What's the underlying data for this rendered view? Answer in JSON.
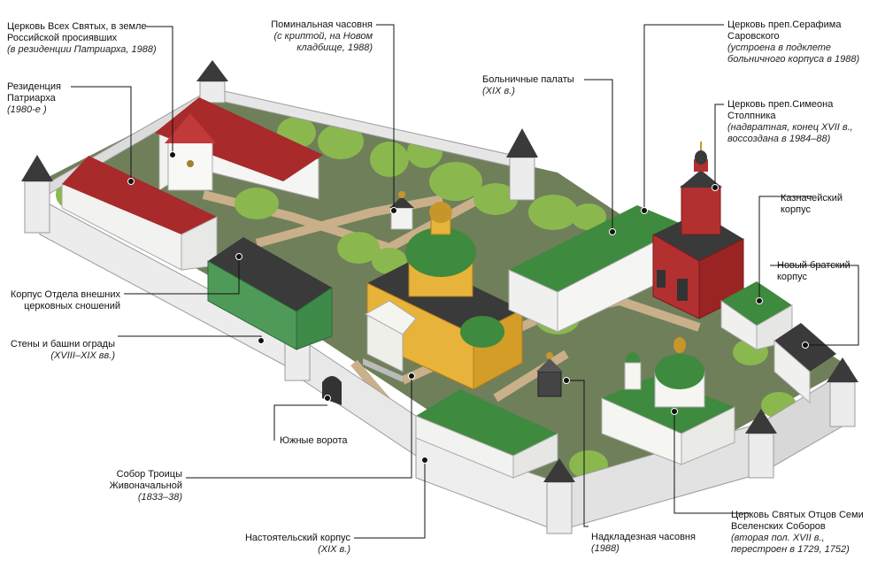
{
  "colors": {
    "roof_red": "#a82a2a",
    "roof_green": "#3e8a3e",
    "roof_dark": "#3a3a3a",
    "wall_white": "#f2f2f0",
    "ground": "#6f7f5a",
    "path": "#c9b08a",
    "cathedral_yellow": "#e8b33a",
    "tree": "#8ab84e",
    "leader": "#111111"
  },
  "labels": [
    {
      "id": "church-all-saints",
      "title": "Церковь Всех Святых, в земле\nРоссийской просиявших",
      "subtitle": "(в резиденции Патриарха, 1988)"
    },
    {
      "id": "patriarch-residence",
      "title": "Резиденция\nПатриарха",
      "subtitle": "(1980-е )"
    },
    {
      "id": "dept-external-relations",
      "title": "Корпус Отдела внешних\nцерковных сношений",
      "subtitle": ""
    },
    {
      "id": "walls-towers",
      "title": "Стены и башни ограды",
      "subtitle": "(XVIII–XIX вв.)"
    },
    {
      "id": "south-gate",
      "title": "Южные ворота",
      "subtitle": ""
    },
    {
      "id": "trinity-cathedral",
      "title": "Собор Троицы\nЖивоначальной",
      "subtitle": "(1833–38)"
    },
    {
      "id": "abbot-building",
      "title": "Настоятельский корпус",
      "subtitle": "(XIX в.)"
    },
    {
      "id": "memorial-chapel",
      "title": "Поминальная часовня",
      "subtitle": "(с криптой, на Новом\nкладбище, 1988)"
    },
    {
      "id": "hospital-chambers",
      "title": "Больничные палаты",
      "subtitle": "(XIX в.)"
    },
    {
      "id": "church-seraphim",
      "title": "Церковь преп.Серафима\nСаровского",
      "subtitle": "(устроена в подклете\nбольничного корпуса в 1988)"
    },
    {
      "id": "church-simeon",
      "title": "Церковь преп.Симеона\nСтолпника",
      "subtitle": "(надвратная, конец XVII в.,\nвоссоздана в 1984–88)"
    },
    {
      "id": "treasury-building",
      "title": "Казначейский\nкорпус",
      "subtitle": ""
    },
    {
      "id": "new-brethren-building",
      "title": "Новый братский\nкорпус",
      "subtitle": ""
    },
    {
      "id": "well-chapel",
      "title": "Надкладезная часовня",
      "subtitle": "(1988)"
    },
    {
      "id": "church-holy-fathers",
      "title": "Церковь Святых Отцов Семи\nВселенских Соборов",
      "subtitle": "(вторая пол. XVII в.,\nперестроен в 1729, 1752)"
    }
  ]
}
